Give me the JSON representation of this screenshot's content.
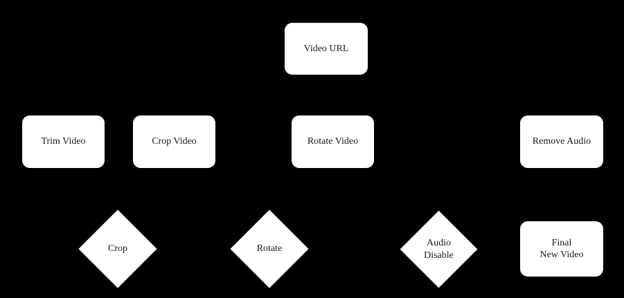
{
  "diagram": {
    "background_color": "#000000",
    "node_fill_color": "#ffffff",
    "node_text_color": "#1a1a1a",
    "nodes": [
      {
        "id": "video-url",
        "label": "Video URL",
        "shape": "rounded-rectangle",
        "row": 1
      },
      {
        "id": "trim-video",
        "label": "Trim Video",
        "shape": "rounded-rectangle",
        "row": 2
      },
      {
        "id": "crop-video",
        "label": "Crop Video",
        "shape": "rounded-rectangle",
        "row": 2
      },
      {
        "id": "rotate-video",
        "label": "Rotate Video",
        "shape": "rounded-rectangle",
        "row": 2
      },
      {
        "id": "remove-audio",
        "label": "Remove Audio",
        "shape": "rounded-rectangle",
        "row": 2
      },
      {
        "id": "crop",
        "label": "Crop",
        "shape": "diamond",
        "row": 3
      },
      {
        "id": "rotate",
        "label": "Rotate",
        "shape": "diamond",
        "row": 3
      },
      {
        "id": "audio-disable",
        "label": "Audio\nDisable",
        "shape": "diamond",
        "row": 3
      },
      {
        "id": "final-new-video",
        "label": "Final\nNew Video",
        "shape": "rounded-rectangle",
        "row": 3
      }
    ]
  }
}
